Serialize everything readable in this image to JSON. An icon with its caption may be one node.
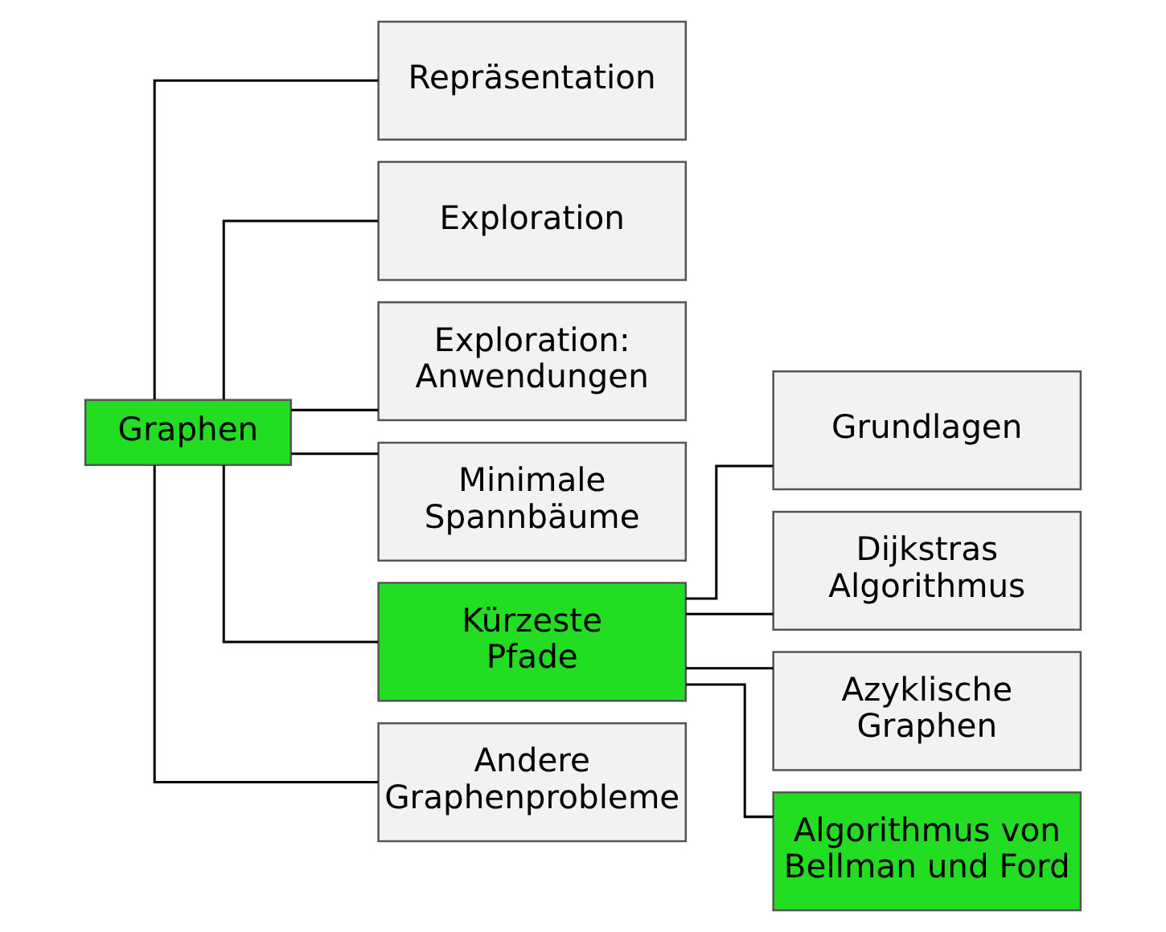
{
  "diagram": {
    "nodes": [
      {
        "text": [
          "Graphen"
        ]
      },
      {
        "text": [
          "Repräsentation"
        ]
      },
      {
        "text": [
          "Exploration"
        ]
      },
      {
        "text": [
          "Exploration: Anwendungen"
        ]
      },
      {
        "text": [
          "Minimale Spannbäume"
        ]
      },
      {
        "text": [
          "Kürzeste Pfade"
        ]
      },
      {
        "text": [
          "Andere Graphenprobleme"
        ]
      },
      {
        "text": [
          "Grundlagen"
        ]
      },
      {
        "text": [
          "Dijkstras Algorithmus"
        ]
      },
      {
        "text": [
          "Azyklische Graphen"
        ]
      },
      {
        "text": [
          "Algorithmus von Bellman und Ford"
        ]
      }
    ],
    "edges": [
      {
        "from": 0,
        "to": 1,
        "arrow": "none"
      },
      {
        "from": 0,
        "to": 2,
        "arrow": "none"
      },
      {
        "from": 0,
        "to": 3,
        "arrow": "none"
      },
      {
        "from": 0,
        "to": 4,
        "arrow": "none"
      },
      {
        "from": 0,
        "to": 5,
        "arrow": "none"
      },
      {
        "from": 0,
        "to": 6,
        "arrow": "none"
      },
      {
        "from": 5,
        "to": 7,
        "arrow": "none"
      },
      {
        "from": 5,
        "to": 8,
        "arrow": "none"
      },
      {
        "from": 5,
        "to": 9,
        "arrow": "none"
      },
      {
        "from": 5,
        "to": 10,
        "arrow": "none"
      }
    ]
  }
}
